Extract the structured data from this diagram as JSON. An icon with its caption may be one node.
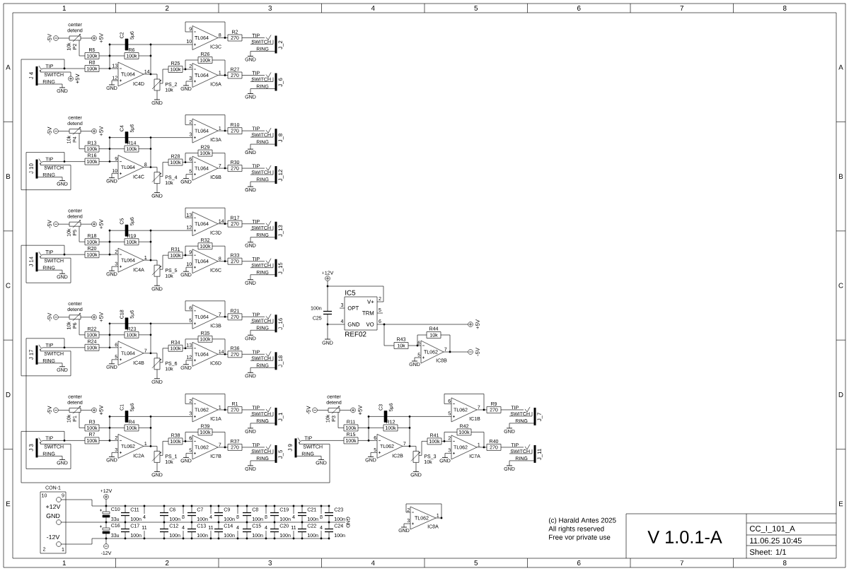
{
  "diagram": {
    "labels": [
      "center detend",
      "-5V",
      "+5V",
      "10k",
      "P2",
      "R5",
      "100k",
      "C2",
      "5µ6",
      "R6",
      "100k",
      "R8",
      "100k",
      "TL064",
      "IC4D",
      "13",
      "12",
      "14",
      "GND",
      "PS_2",
      "10k",
      "GND",
      "R25",
      "100k",
      "TL064",
      "IC6A",
      "2",
      "3",
      "1",
      "R26",
      "100k",
      "GND",
      "R27",
      "270",
      "TIP",
      "SWITCH",
      "RING",
      "GND",
      "J_6",
      "TL064",
      "IC3C",
      "9",
      "10",
      "8",
      "R2",
      "270",
      "TIP",
      "SWITCH",
      "RING",
      "GND",
      "J_2",
      "J 4",
      "TIP",
      "SWITCH",
      "RING",
      "GND",
      "center detend",
      "-5V",
      "+5V",
      "10k",
      "P4",
      "R13",
      "100k",
      "C4",
      "5µ6",
      "R14",
      "100k",
      "R16",
      "100k",
      "TL064",
      "IC4C",
      "9",
      "10",
      "8",
      "GND",
      "PS_4",
      "10k",
      "GND",
      "R28",
      "100k",
      "TL064",
      "IC6B",
      "6",
      "5",
      "7",
      "R29",
      "100k",
      "GND",
      "R30",
      "270",
      "TIP",
      "SWITCH",
      "RING",
      "GND",
      "J_12",
      "TL064",
      "IC3A",
      "2",
      "3",
      "1",
      "R10",
      "270",
      "TIP",
      "SWITCH",
      "RING",
      "GND",
      "J_8",
      "J 10",
      "TIP",
      "SWITCH",
      "RING",
      "GND",
      "center detend",
      "-5V",
      "+5V",
      "10k",
      "P5",
      "R18",
      "100k",
      "C5",
      "5µ6",
      "R19",
      "100k",
      "R20",
      "100k",
      "TL064",
      "IC4A",
      "2",
      "3",
      "1",
      "GND",
      "PS_5",
      "10k",
      "GND",
      "R31",
      "100k",
      "TL064",
      "IC6C",
      "9",
      "10",
      "8",
      "R32",
      "100k",
      "GND",
      "R33",
      "270",
      "TIP",
      "SWITCH",
      "RING",
      "GND",
      "J_15",
      "TL064",
      "IC3D",
      "13",
      "12",
      "14",
      "R17",
      "270",
      "TIP",
      "SWITCH",
      "RING",
      "GND",
      "J_13",
      "J 14",
      "TIP",
      "SWITCH",
      "RING",
      "GND",
      "center detend",
      "-5V",
      "+5V",
      "10k",
      "P6",
      "R22",
      "100k",
      "C18",
      "5µ6",
      "R23",
      "100k",
      "R24",
      "100k",
      "TL064",
      "IC4B",
      "6",
      "5",
      "7",
      "GND",
      "PS_6",
      "10k",
      "GND",
      "R34",
      "100k",
      "TL064",
      "IC6D",
      "13",
      "12",
      "14",
      "R35",
      "100k",
      "GND",
      "R36",
      "270",
      "TIP",
      "SWITCH",
      "RING",
      "GND",
      "J_18",
      "TL064",
      "IC3B",
      "6",
      "5",
      "7",
      "R21",
      "270",
      "TIP",
      "SWITCH",
      "RING",
      "GND",
      "J_16",
      "J 17",
      "TIP",
      "SWITCH",
      "RING",
      "GND",
      "center detend",
      "-5V",
      "+5V",
      "10k",
      "P1",
      "R3",
      "100k",
      "C1",
      "5µ6",
      "R4",
      "100k",
      "R7",
      "100k",
      "TL062",
      "IC2A",
      "2",
      "3",
      "1",
      "GND",
      "PS_1",
      "10k",
      "GND",
      "R38",
      "100k",
      "TL062",
      "IC7B",
      "6",
      "5",
      "7",
      "R39",
      "100k",
      "GND",
      "R37",
      "270",
      "TIP",
      "SWITCH",
      "RING",
      "GND",
      "J_5",
      "TL062",
      "IC1A",
      "2",
      "3",
      "1",
      "R1",
      "270",
      "TIP",
      "SWITCH",
      "RING",
      "GND",
      "J_1",
      "J 3",
      "TIP",
      "SWITCH",
      "RING",
      "GND",
      "center detend",
      "-5V",
      "+5V",
      "10k",
      "P3",
      "R11",
      "100k",
      "C3",
      "5µ6",
      "R12",
      "100k",
      "R15",
      "100k",
      "TL062",
      "IC2B",
      "6",
      "5",
      "7",
      "GND",
      "PS_3",
      "10k",
      "GND",
      "R41",
      "100k",
      "TL062",
      "IC7A",
      "2",
      "3",
      "1",
      "R42",
      "100k",
      "GND",
      "R40",
      "270",
      "TIP",
      "SWITCH",
      "RING",
      "GND",
      "J_11",
      "TL062",
      "IC1B",
      "6",
      "5",
      "7",
      "R9",
      "270",
      "TIP",
      "SWITCH",
      "RING",
      "GND",
      "J_7",
      "J 9",
      "TIP",
      "SWITCH",
      "RING",
      "GND",
      "+5V",
      "+12V",
      "100n",
      "C25",
      "GND",
      "IC5",
      "3",
      "OPT",
      "4",
      "GND",
      "2",
      "V+",
      "5",
      "TRM",
      "6",
      "VO",
      "REF02",
      "+5V",
      "R43",
      "10k",
      "R44",
      "10k",
      "6",
      "5",
      "7",
      "TL062",
      "IC8B",
      "GND",
      "-5V",
      "CON-1",
      "10",
      "9",
      "+12V",
      "GND",
      "2",
      "1",
      "-12V",
      "+12V",
      "-12V",
      "C10",
      "33u",
      "C16",
      "33u",
      "C11",
      "100n",
      "C6",
      "100n",
      "C7",
      "100n",
      "C9",
      "100n",
      "C8",
      "100n",
      "C19",
      "100n",
      "C21",
      "100n",
      "C23",
      "100n",
      "C17",
      "100n",
      "C12",
      "100n",
      "C13",
      "100n",
      "C14",
      "100n",
      "C15",
      "100n",
      "C20",
      "100n",
      "C22",
      "100n",
      "C24",
      "100n",
      "4",
      "8",
      "4",
      "8",
      "8",
      "4",
      "8",
      "11",
      "4",
      "11",
      "4",
      "4",
      "11",
      "4",
      "GND",
      "2",
      "3",
      "1",
      "TL062",
      "IC8A",
      "GND",
      "(c) Harald Antes 2025",
      "All rights reserved",
      "Free vor private use",
      "V 1.0.1-A",
      "CC_I_101_A",
      "11.06.25 10:45",
      "Sheet: 1/1",
      "1",
      "2",
      "3",
      "4",
      "5",
      "6",
      "7",
      "8",
      "1",
      "2",
      "3",
      "4",
      "5",
      "6",
      "7",
      "8",
      "A",
      "B",
      "C",
      "D",
      "E",
      "A",
      "B",
      "C",
      "D",
      "E"
    ]
  }
}
